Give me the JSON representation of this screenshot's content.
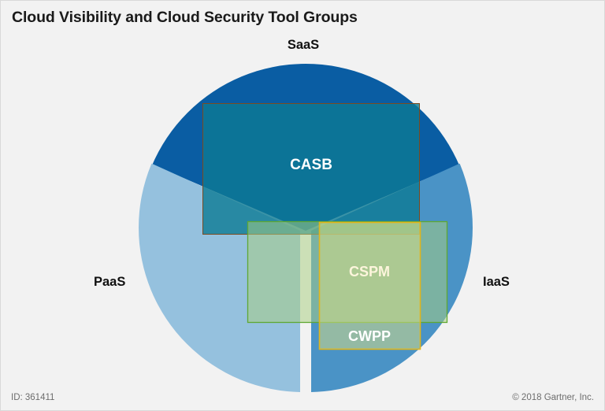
{
  "slide": {
    "title": "Cloud Visibility and Cloud Security Tool Groups",
    "background_color": "#f2f2f2"
  },
  "footer": {
    "id_text": "ID: 361411",
    "copyright": "© 2018 Gartner, Inc."
  },
  "diagram": {
    "type": "venn-pie-overlay",
    "segments": [
      {
        "key": "saas",
        "label": "SaaS",
        "color": "#0a5da3",
        "position": "top"
      },
      {
        "key": "paas",
        "label": "PaaS",
        "color": "#95c1de",
        "position": "bottom-left"
      },
      {
        "key": "iaas",
        "label": "IaaS",
        "color": "#4a93c6",
        "position": "bottom-right"
      }
    ],
    "tool_groups": [
      {
        "key": "casb",
        "label": "CASB",
        "fill": "#1f7d92",
        "stroke": "#7a4b20",
        "label_color": "#ffffff",
        "covers": [
          "SaaS",
          "PaaS",
          "IaaS"
        ]
      },
      {
        "key": "cspm",
        "label": "CSPM",
        "fill": "#c8d69a",
        "stroke": "#e8b514",
        "label_color": "#fdf5dc",
        "covers": [
          "PaaS",
          "IaaS"
        ]
      },
      {
        "key": "cwpp",
        "label": "CWPP",
        "fill": "#b9d39a",
        "stroke": "#5fa832",
        "label_color": "#ffffff",
        "covers": [
          "PaaS",
          "IaaS"
        ]
      }
    ]
  }
}
